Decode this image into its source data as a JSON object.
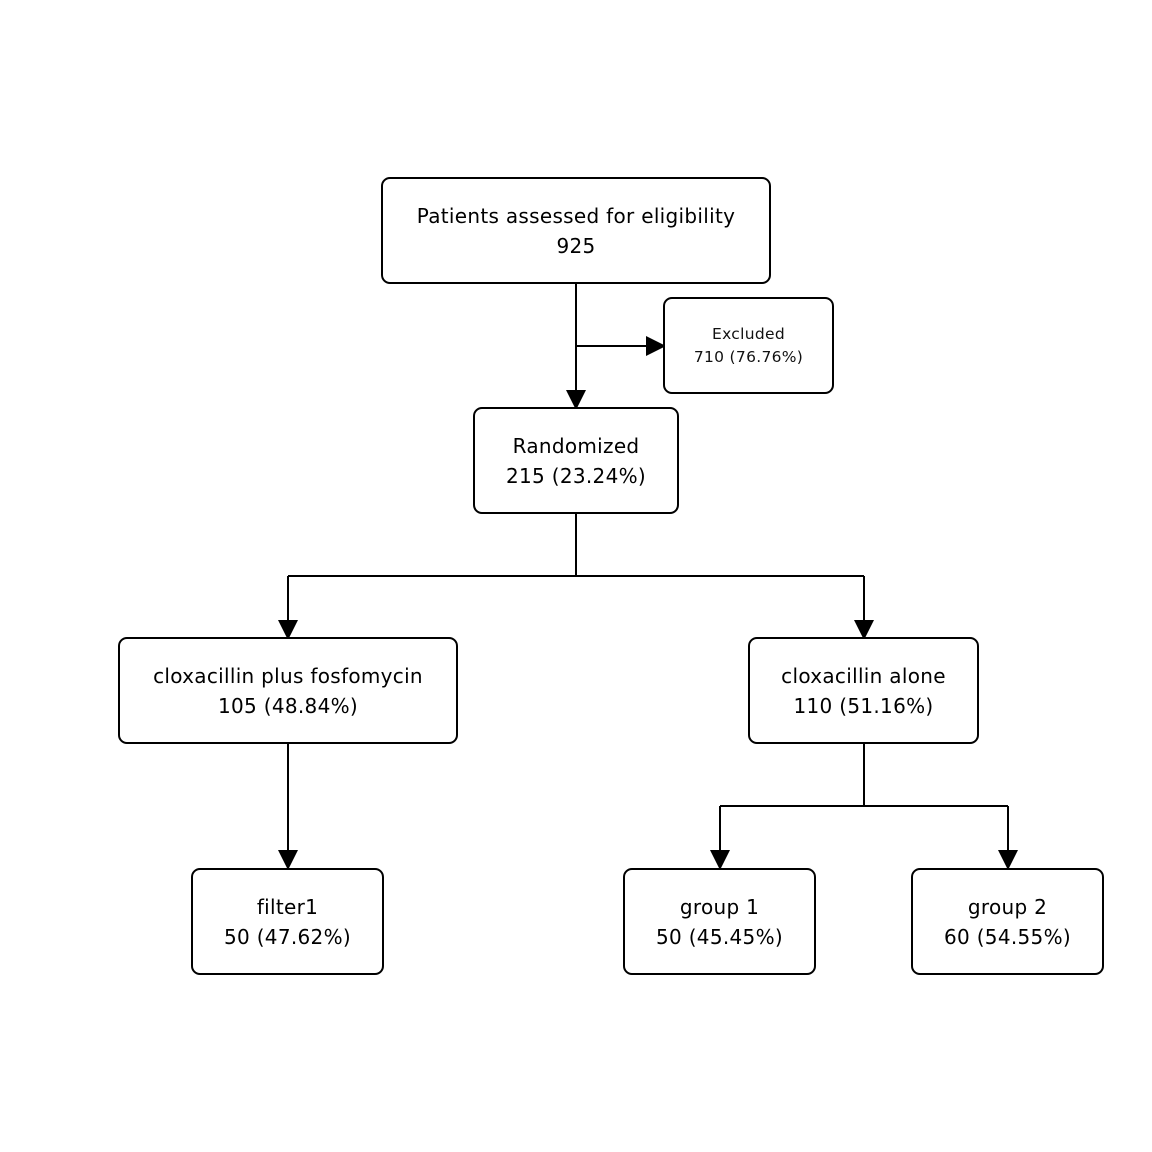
{
  "nodes": {
    "assessed": {
      "label": "Patients assessed for eligibility",
      "value": "925"
    },
    "excluded": {
      "label": "Excluded",
      "value": "710 (76.76%)"
    },
    "randomized": {
      "label": "Randomized",
      "value": "215 (23.24%)"
    },
    "arm_a": {
      "label": "cloxacillin plus fosfomycin",
      "value": "105 (48.84%)"
    },
    "arm_b": {
      "label": "cloxacillin alone",
      "value": "110 (51.16%)"
    },
    "filter1": {
      "label": "filter1",
      "value": "50 (47.62%)"
    },
    "group1": {
      "label": "group 1",
      "value": "50 (45.45%)"
    },
    "group2": {
      "label": "group 2",
      "value": "60 (54.55%)"
    }
  }
}
